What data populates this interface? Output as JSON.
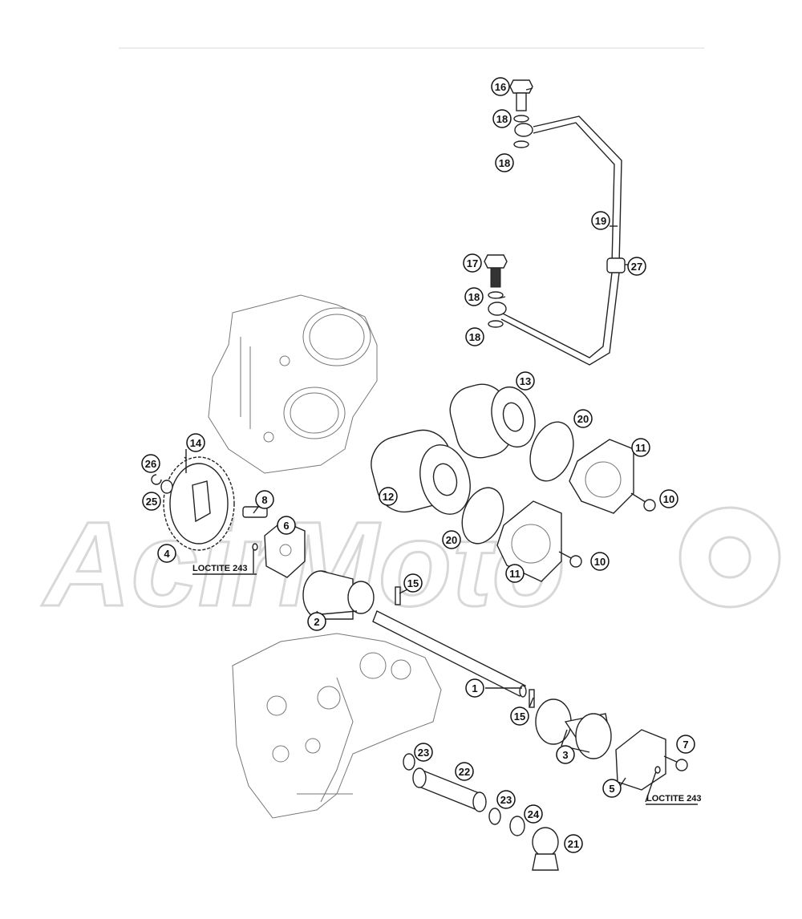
{
  "diagram": {
    "watermark": "AcirMoto",
    "callouts": [
      "1",
      "2",
      "3",
      "4",
      "5",
      "6",
      "7",
      "8",
      "10",
      "10",
      "11",
      "11",
      "12",
      "13",
      "14",
      "15",
      "15",
      "16",
      "17",
      "18",
      "18",
      "18",
      "18",
      "19",
      "20",
      "20",
      "21",
      "22",
      "23",
      "23",
      "24",
      "25",
      "26",
      "27"
    ],
    "loctite_labels": [
      "LOCTITE 243",
      "LOCTITE 243"
    ]
  }
}
